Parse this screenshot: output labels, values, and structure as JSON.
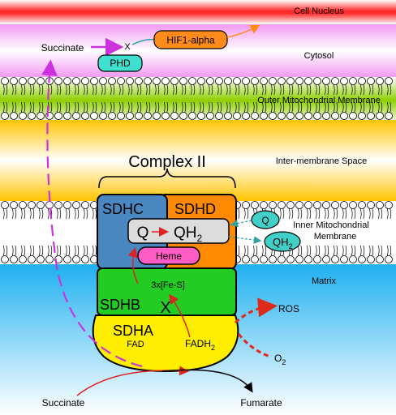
{
  "regions": {
    "nucleus": "Cell Nucleus",
    "cytosol": "Cytosol",
    "outer_membrane": "Outer Mitochondrial Membrane",
    "intermembrane": "Inter-membrane Space",
    "inner_membrane_line1": "Inner Mitochondrial",
    "inner_membrane_line2": "Membrane",
    "matrix": "Matrix"
  },
  "complex": {
    "title": "Complex II",
    "sdhc": "SDHC",
    "sdhd": "SDHD",
    "sdhb": "SDHB",
    "sdha": "SDHA",
    "q": "Q",
    "qh": "QH",
    "qh_sub": "2",
    "heme": "Heme",
    "fes": "3x[Fe-S]",
    "fad": "FAD",
    "fadh": "FADH",
    "fadh_sub": "2",
    "block_mark": "X"
  },
  "cytosol": {
    "succinate": "Succinate",
    "block_mark": "X",
    "hif1": "HIF1-alpha",
    "phd": "PHD"
  },
  "membrane_pool": {
    "q": "Q",
    "qh": "QH",
    "qh_sub": "2"
  },
  "ros": {
    "ros": "ROS",
    "o2": "O",
    "o2_sub": "2"
  },
  "reaction": {
    "substrate": "Succinate",
    "product": "Fumarate"
  },
  "colors": {
    "nucleus": "#ff2a2a",
    "outer_membrane": "#8fd000",
    "intermembrane": "#ffc400",
    "matrix": "#1fb0f0",
    "sdhc": "#4a86c0",
    "sdhd": "#ff8a00",
    "sdhb": "#22cc22",
    "sdha": "#ffee00",
    "heme": "#ff5cc6",
    "qbox": "#dcdcdc",
    "hif1": "#ff8c1a",
    "phd": "#40e0d0",
    "q_pool": "#40d0c8",
    "succinate_arrow": "#cc33dd",
    "ros_arrow": "#dd2a1a",
    "electron_arrow": "#dd2222"
  }
}
